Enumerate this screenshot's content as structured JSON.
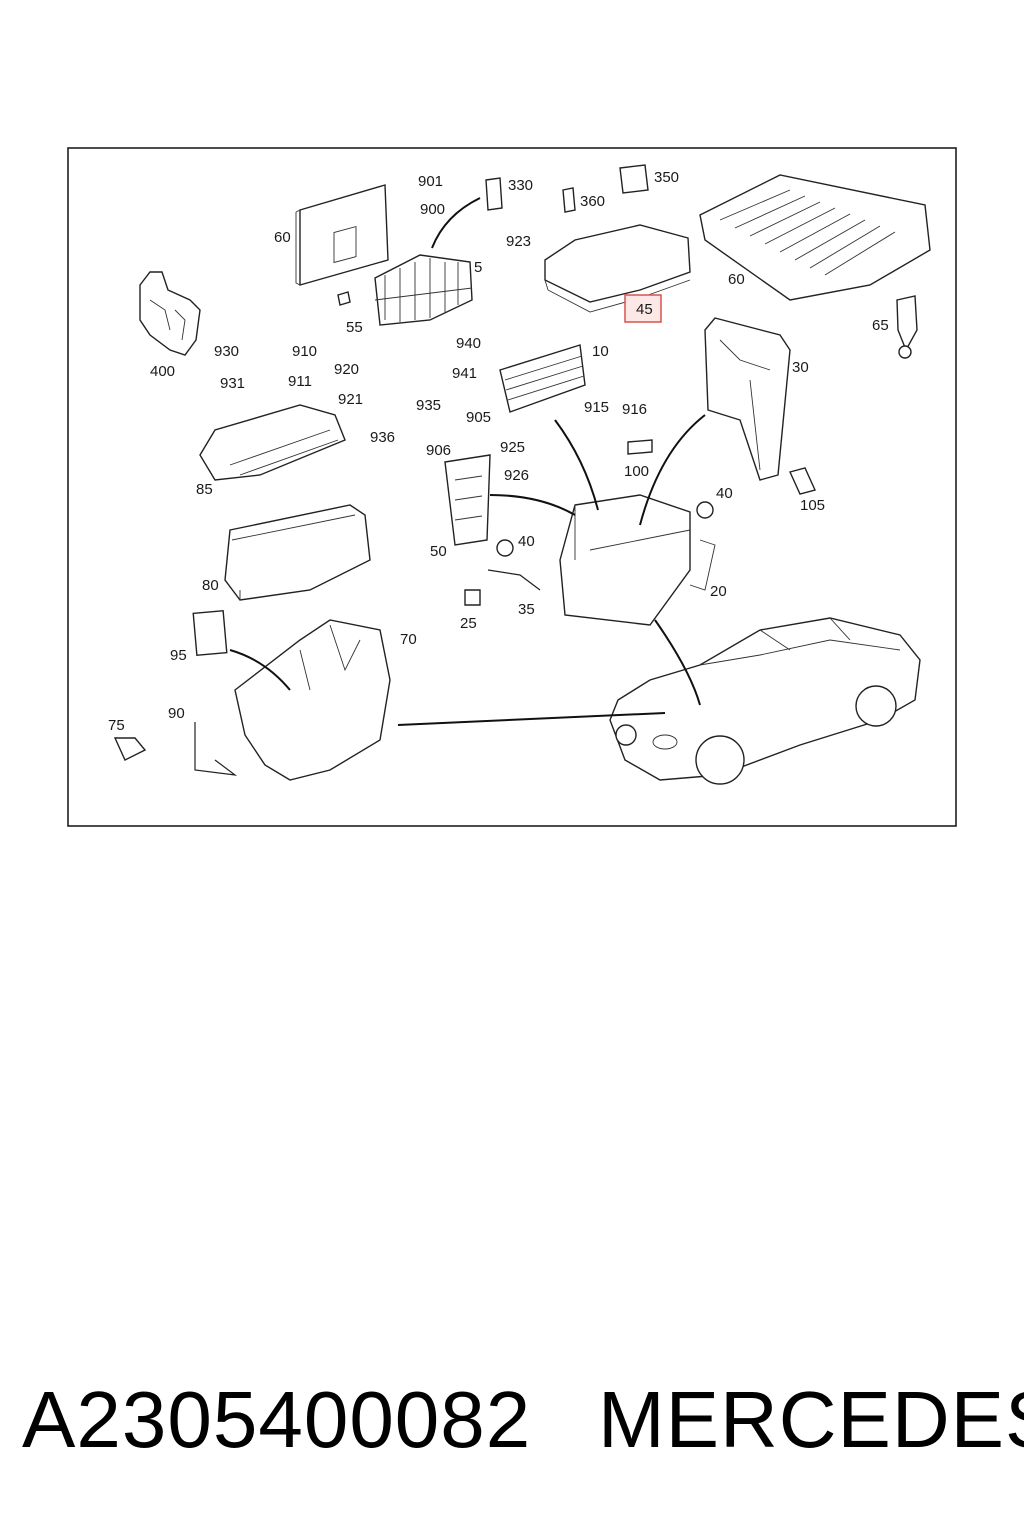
{
  "diagram": {
    "callouts": {
      "c901": "901",
      "c900": "900",
      "c330": "330",
      "c923": "923",
      "c350": "350",
      "c360": "360",
      "c60a": "60",
      "c60b": "60",
      "c5": "5",
      "c45": "45",
      "c55": "55",
      "c400": "400",
      "c930": "930",
      "c910": "910",
      "c931": "931",
      "c911": "911",
      "c920": "920",
      "c921": "921",
      "c940": "940",
      "c941": "941",
      "c935": "935",
      "c936": "936",
      "c10": "10",
      "c30": "30",
      "c65": "65",
      "c905": "905",
      "c906": "906",
      "c915": "915",
      "c916": "916",
      "c925": "925",
      "c926": "926",
      "c100": "100",
      "c105": "105",
      "c85": "85",
      "c50": "50",
      "c40a": "40",
      "c40b": "40",
      "c80": "80",
      "c20": "20",
      "c35": "35",
      "c25": "25",
      "c95": "95",
      "c70": "70",
      "c75": "75",
      "c90": "90"
    },
    "highlight": {
      "color": "#d9534f",
      "fill": "#fde8e8"
    }
  },
  "footer": {
    "part_number": "A2305400082",
    "brand": "MERCEDES"
  }
}
